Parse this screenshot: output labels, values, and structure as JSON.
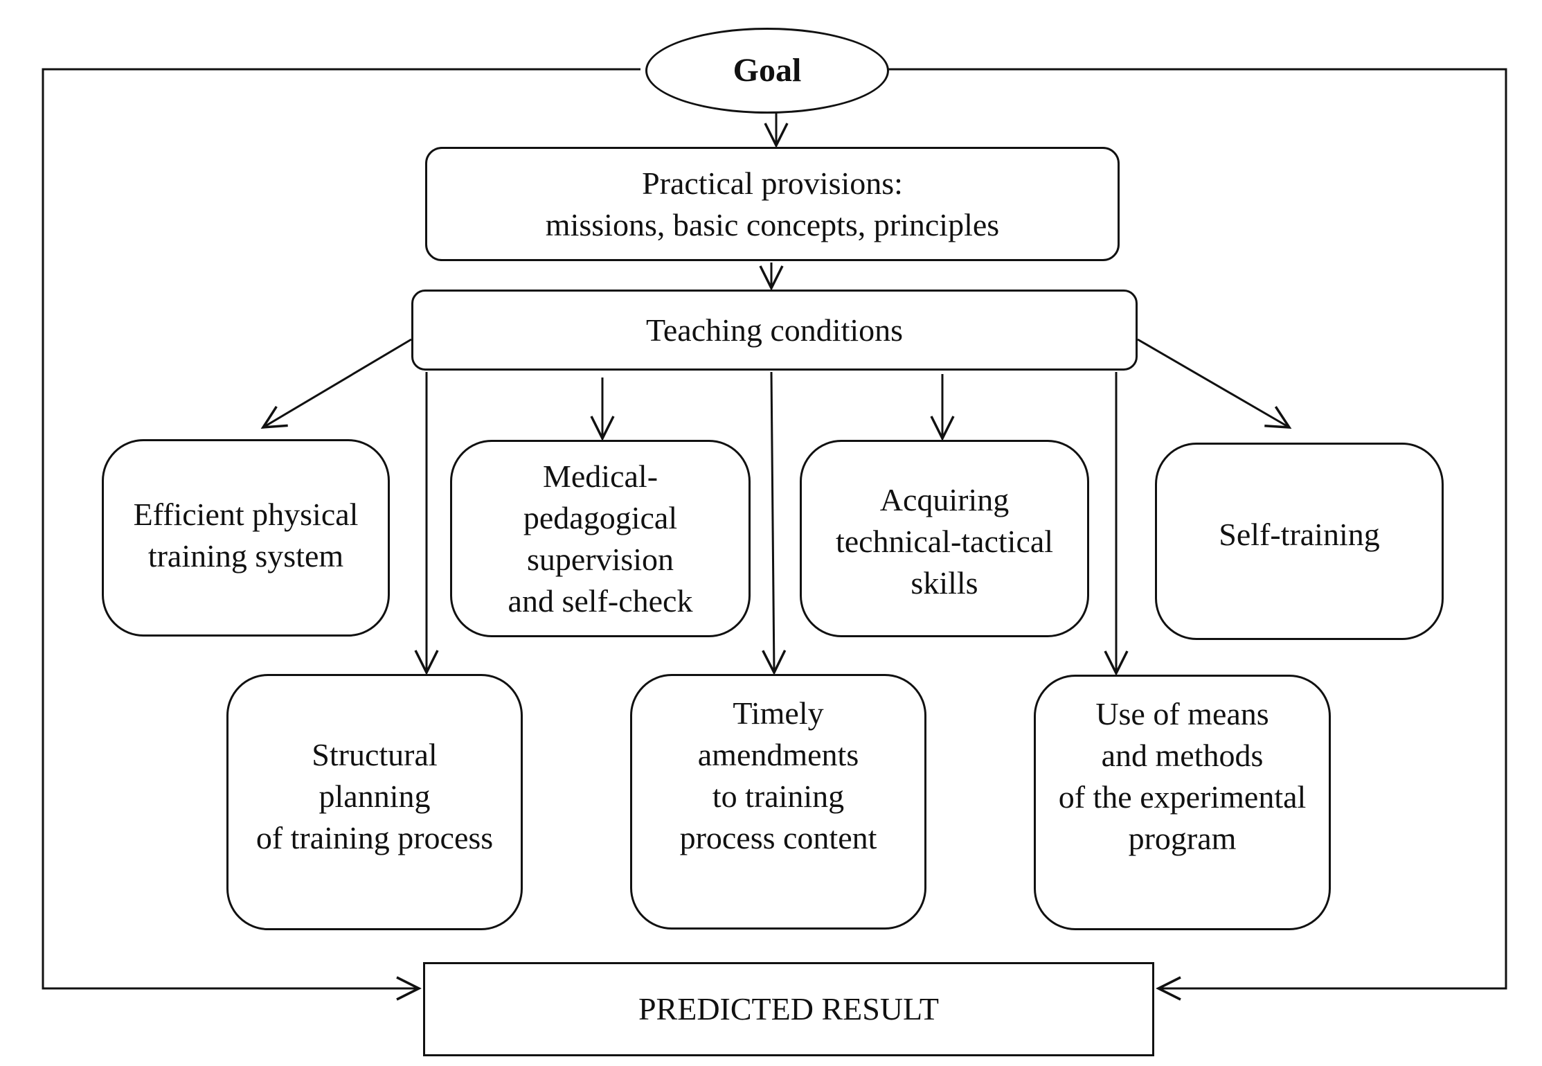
{
  "goal": {
    "label": "Goal"
  },
  "practical": {
    "lines": [
      "Practical provisions:",
      "missions, basic concepts, principles"
    ]
  },
  "teaching": {
    "label": "Teaching conditions"
  },
  "row1": [
    {
      "lines": [
        "Efficient physical",
        "training system"
      ]
    },
    {
      "lines": [
        "Medical-",
        "pedagogical",
        "supervision",
        "and self-check"
      ]
    },
    {
      "lines": [
        "Acquiring",
        "technical-tactical",
        "skills"
      ]
    },
    {
      "lines": [
        "Self-training"
      ]
    }
  ],
  "row2": [
    {
      "lines": [
        "Structural",
        "planning",
        "of training process"
      ]
    },
    {
      "lines": [
        "Timely",
        "amendments",
        "to training",
        "process content"
      ]
    },
    {
      "lines": [
        "Use of means",
        "and methods",
        "of the experimental",
        "program"
      ]
    }
  ],
  "result": {
    "label": "PREDICTED RESULT"
  },
  "colors": {
    "stroke": "#111111",
    "background": "#ffffff"
  }
}
